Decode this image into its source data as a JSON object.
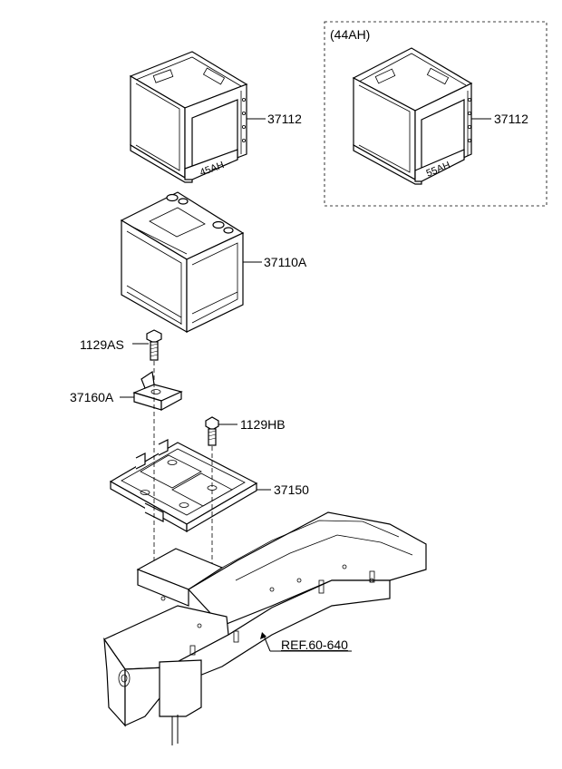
{
  "option_box_label": "(44AH)",
  "parts": {
    "cover_main": "37112",
    "cover_option": "37112",
    "battery": "37110A",
    "bolt_clamp": "1129AS",
    "clamp": "37160A",
    "bolt_tray": "1129HB",
    "tray": "37150",
    "ref": "REF.60-640"
  },
  "cover_main_marking": "45AH",
  "cover_option_marking": "55AH"
}
